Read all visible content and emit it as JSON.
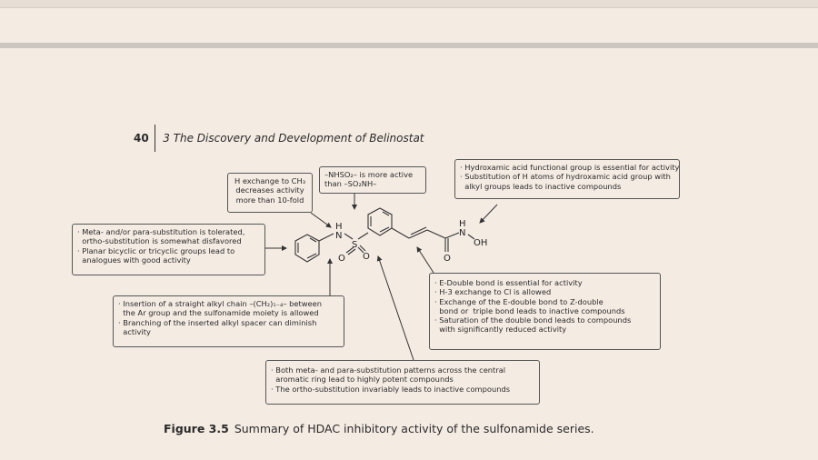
{
  "header": {
    "page_number": "40",
    "chapter_title": "3 The Discovery and Development of Belinostat"
  },
  "molecule": {
    "atoms": {
      "h_sulfonamide": "H",
      "n_sulfonamide": "N",
      "s": "S",
      "o1": "O",
      "o2": "O",
      "h_hydroxamic": "H",
      "n_hydroxamic": "N",
      "oh": "OH",
      "o_carbonyl": "O"
    }
  },
  "annotations": {
    "h_exchange": [
      "H exchange to CH₃",
      "decreases activity",
      "more than 10-fold"
    ],
    "nhso2": [
      "–NHSO₂– is more active",
      "than –SO₂NH–"
    ],
    "hydroxamic": [
      "· Hydroxamic acid functional group is essential for activity",
      "· Substitution of H atoms of hydroxamic acid group with",
      "  alkyl groups leads to inactive compounds"
    ],
    "meta_para": [
      "· Meta- and/or para-substitution is tolerated,",
      "  ortho-substitution is somewhat disfavored",
      "· Planar bicyclic or tricyclic groups lead to",
      "  analogues with good activity"
    ],
    "insertion": [
      "· Insertion of a straight alkyl chain –(CH₂)₁₋₄– between",
      "  the Ar group and the sulfonamide moiety is allowed",
      "· Branching of the inserted alkyl spacer can diminish",
      "  activity"
    ],
    "double_bond": [
      "· E-Double bond is essential for activity",
      "· H-3 exchange to Cl is allowed",
      "· Exchange of the E-double bond to Z-double",
      "  bond or  triple bond leads to inactive compounds",
      "· Saturation of the double bond leads to compounds",
      "  with significantly reduced activity"
    ],
    "central_ring": [
      "· Both meta- and para-substitution patterns across the central",
      "  aromatic ring lead to highly potent compounds",
      "· The ortho-substitution invariably leads to inactive compounds"
    ]
  },
  "caption": {
    "label": "Figure 3.5",
    "text": "Summary of HDAC inhibitory activity of the sulfonamide series."
  }
}
